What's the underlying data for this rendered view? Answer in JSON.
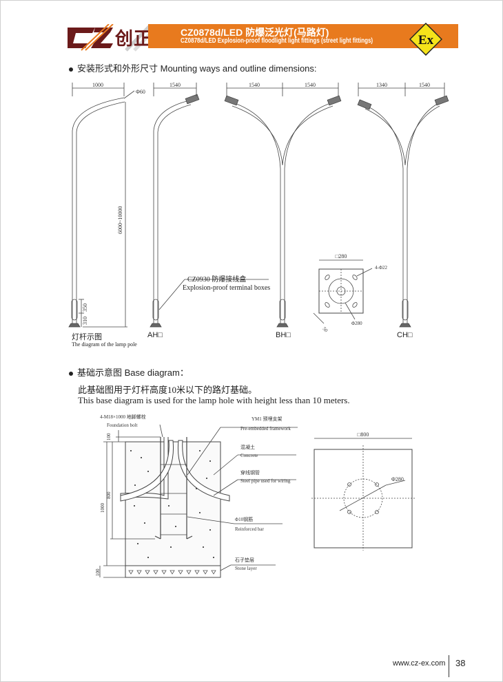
{
  "header": {
    "logo_text": "创正",
    "title": "CZ0878d/LED 防爆泛光灯(马路灯)",
    "subtitle": "CZ0878d/LED Explosion-proof floodlight light fittings (street light fittings)",
    "ex_mark": "Ex",
    "brand_color": "#e87a1e",
    "logo_color": "#6b1a1a",
    "ex_color": "#f5e31a"
  },
  "section1": {
    "heading": "安装形式和外形尺寸 Mounting ways and outline dimensions:",
    "dims": {
      "d1000": "1000",
      "phi60": "Φ60",
      "height": "6000~10000",
      "d350": "350",
      "d310": "310",
      "ah_1540": "1540",
      "bh_left": "1540",
      "bh_right": "1540",
      "ch_left": "1340",
      "ch_right": "1540"
    },
    "pole_caption_cn": "灯杆示图",
    "pole_caption_en": "The diagram of the lamp pole",
    "terminal_box_cn": "CZ0930 防爆接线盒",
    "terminal_box_en": "Explosion-proof terminal boxes",
    "labels": {
      "ah": "AH□",
      "bh": "BH□",
      "ch": "CH□"
    },
    "flange": {
      "size": "□280",
      "holes": "4-Φ22",
      "circle": "Φ280",
      "slot": "50"
    }
  },
  "section2": {
    "heading": "基础示意图 Base diagram：",
    "desc_cn": "此基础图用于灯杆高度10米以下的路灯基础。",
    "desc_en": "This base diagram is used for the lamp hole with height less than 10 meters.",
    "labels": {
      "bolt_cn": "4-M18×1000 地脚螺栓",
      "bolt_en": "Foundation bolt",
      "frame_cn": "YM1 预埋支架",
      "frame_en": "Pre-embedded framework",
      "concrete_cn": "混凝土",
      "concrete_en": "Concrete",
      "pipe_cn": "穿线钢管",
      "pipe_en": "Steel pipe used for wiring",
      "bar_cn": "Φ10钢筋",
      "bar_en": "Reinforced bar",
      "stone_cn": "石子垫层",
      "stone_en": "Stone layer"
    },
    "dims": {
      "top100": "100",
      "d1000": "1000",
      "d800": "800",
      "bottom100": "100",
      "plan_size": "□800",
      "plan_circle": "Φ280"
    }
  },
  "footer": {
    "url": "www.cz-ex.com",
    "page": "38"
  }
}
